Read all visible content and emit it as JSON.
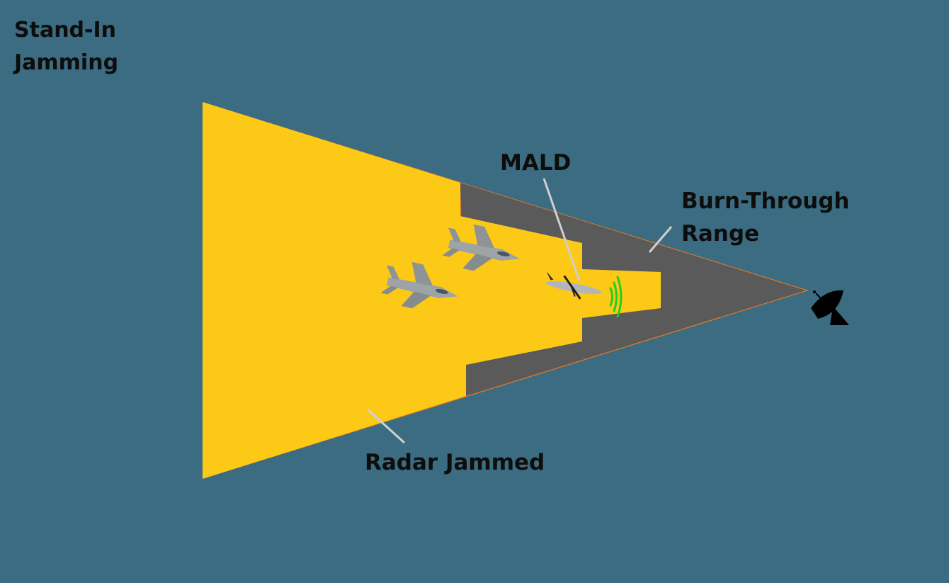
{
  "diagram": {
    "title_lines": [
      "Stand-In",
      "Jamming"
    ],
    "labels": {
      "mald": "MALD",
      "burn_through_lines": [
        "Burn-Through",
        "Range"
      ],
      "radar_jammed": "Radar Jammed"
    },
    "colors": {
      "background": "#3b6c82",
      "jammed_zone": "#fdc917",
      "burn_through_zone": "#5a5a5a",
      "beam_edge": "#e0782a",
      "leader_line": "#d0d0d0",
      "jet": "#9ea3a6",
      "radar": "#000000",
      "signal": "#22cc22"
    },
    "icons": [
      "fighter-jet-icon",
      "fighter-jet-icon",
      "mald-decoy-icon",
      "radio-signal-icon",
      "radar-dish-icon"
    ]
  }
}
